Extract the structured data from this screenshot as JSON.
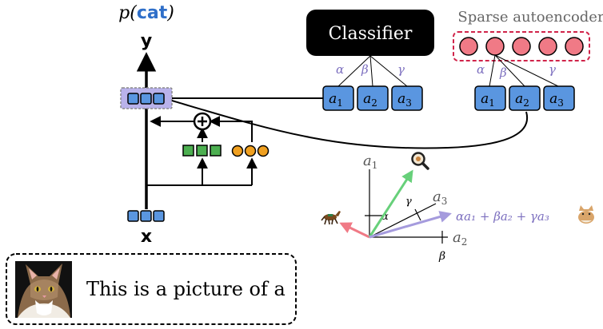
{
  "model": {
    "output_prefix": "p(",
    "output_word": "cat",
    "output_suffix": ")",
    "output_var": "y",
    "input_var": "x"
  },
  "classifier": {
    "title": "Classifier",
    "weight_alpha": "α",
    "weight_beta": "β",
    "weight_gamma": "γ",
    "features": [
      "a",
      "a",
      "a"
    ],
    "feature_subs": [
      "1",
      "2",
      "3"
    ]
  },
  "sae": {
    "title": "Sparse autoencoder",
    "weight_alpha": "α",
    "weight_beta": "β",
    "weight_gamma": "γ",
    "features": [
      "a",
      "a",
      "a"
    ],
    "feature_subs": [
      "1",
      "2",
      "3"
    ]
  },
  "vector_plot": {
    "axis_a1": "a",
    "axis_a1_sub": "1",
    "axis_a2": "a",
    "axis_a2_sub": "2",
    "axis_a3": "a",
    "axis_a3_sub": "3",
    "angle_alpha": "α",
    "angle_beta": "β",
    "angle_gamma": "γ",
    "combo_label": "αa₁ + βa₂ + γa₃",
    "icons": {
      "horse": "horse-icon",
      "magnifier": "magnifier-icon",
      "cat": "cat-icon"
    },
    "colors": {
      "horse": "#f07a86",
      "magnifier": "#67d07a",
      "combo": "#a59bdd"
    }
  },
  "prompt": {
    "text": "This is a picture of a"
  },
  "colors": {
    "node_blue": "#5a96e0",
    "node_green": "#4caf50",
    "node_orange": "#f0a020",
    "sae_pink": "#f07a86",
    "sae_border": "#d0244a",
    "greek": "#7c6fbf",
    "cat_blue": "#2f6fc9"
  }
}
